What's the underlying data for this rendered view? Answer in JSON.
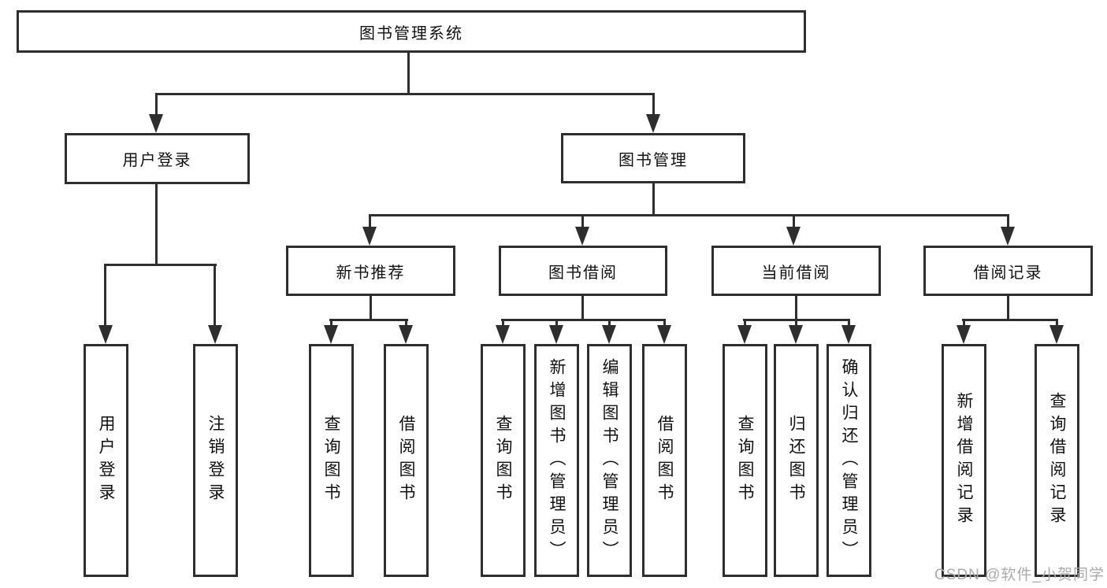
{
  "nodes": {
    "root": {
      "label": "图书管理系统"
    },
    "user_login": {
      "label": "用户登录"
    },
    "book_mgmt": {
      "label": "图书管理"
    },
    "new_book_rec": {
      "label": "新书推荐"
    },
    "book_borrow": {
      "label": "图书借阅"
    },
    "current_borrow": {
      "label": "当前借阅"
    },
    "borrow_records": {
      "label": "借阅记录"
    }
  },
  "leaves": {
    "user": [
      {
        "label": "用户登录"
      },
      {
        "label": "注销登录"
      }
    ],
    "recommend": [
      {
        "label": "查询图书"
      },
      {
        "label": "借阅图书"
      }
    ],
    "borrow": [
      {
        "label": "查询图书"
      },
      {
        "label": "新增图书（管理员）"
      },
      {
        "label": "编辑图书（管理员）"
      },
      {
        "label": "借阅图书"
      }
    ],
    "current": [
      {
        "label": "查询图书"
      },
      {
        "label": "归还图书"
      },
      {
        "label": "确认归还（管理员）"
      }
    ],
    "records": [
      {
        "label": "新增借阅记录"
      },
      {
        "label": "查询借阅记录"
      }
    ]
  },
  "watermark": "CSDN @软件_小贺同学",
  "colors": {
    "line": "#2e2e2e",
    "text": "#111111",
    "watermark": "#ababab",
    "background": "#ffffff"
  }
}
